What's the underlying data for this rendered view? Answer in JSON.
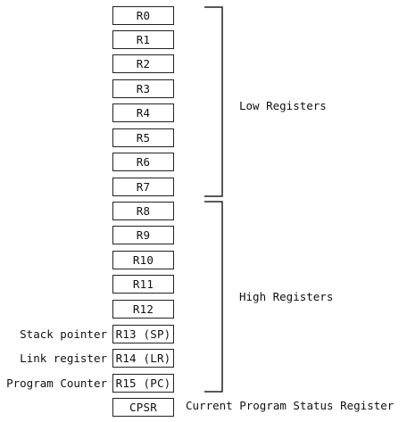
{
  "registers": [
    {
      "label": "R0"
    },
    {
      "label": "R1"
    },
    {
      "label": "R2"
    },
    {
      "label": "R3"
    },
    {
      "label": "R4"
    },
    {
      "label": "R5"
    },
    {
      "label": "R6"
    },
    {
      "label": "R7"
    },
    {
      "label": "R8"
    },
    {
      "label": "R9"
    },
    {
      "label": "R10"
    },
    {
      "label": "R11"
    },
    {
      "label": "R12"
    },
    {
      "label": "R13 (SP)",
      "side_label": "Stack pointer"
    },
    {
      "label": "R14 (LR)",
      "side_label": "Link register"
    },
    {
      "label": "R15 (PC)",
      "side_label": "Program Counter"
    },
    {
      "label": "CPSR",
      "description": "Current Program Status Register"
    }
  ],
  "groups": {
    "low": {
      "label": "Low Registers"
    },
    "high": {
      "label": "High Registers"
    }
  }
}
